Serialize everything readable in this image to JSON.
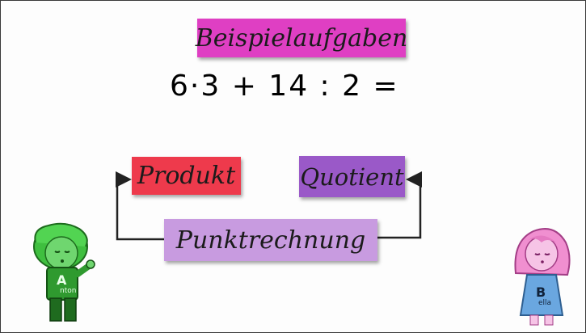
{
  "title_label": "Beispielaufgaben",
  "equation": "6·3 + 14 : 2 =",
  "box_product": "Produkt",
  "box_quotient": "Quotient",
  "box_dot_operation": "Punktrechnung",
  "character_left": {
    "letter": "A",
    "name_rest": "nton",
    "icon": "boy-character-icon"
  },
  "character_right": {
    "letter": "B",
    "name_rest": "ella",
    "icon": "girl-character-icon"
  },
  "colors": {
    "title_box": "#df3fc3",
    "product_box": "#ee3a4c",
    "quotient_box": "#9a59c8",
    "dot_operation_box": "#c89be0",
    "left_character": "#3fbf3f",
    "right_character": "#f08fd0"
  }
}
